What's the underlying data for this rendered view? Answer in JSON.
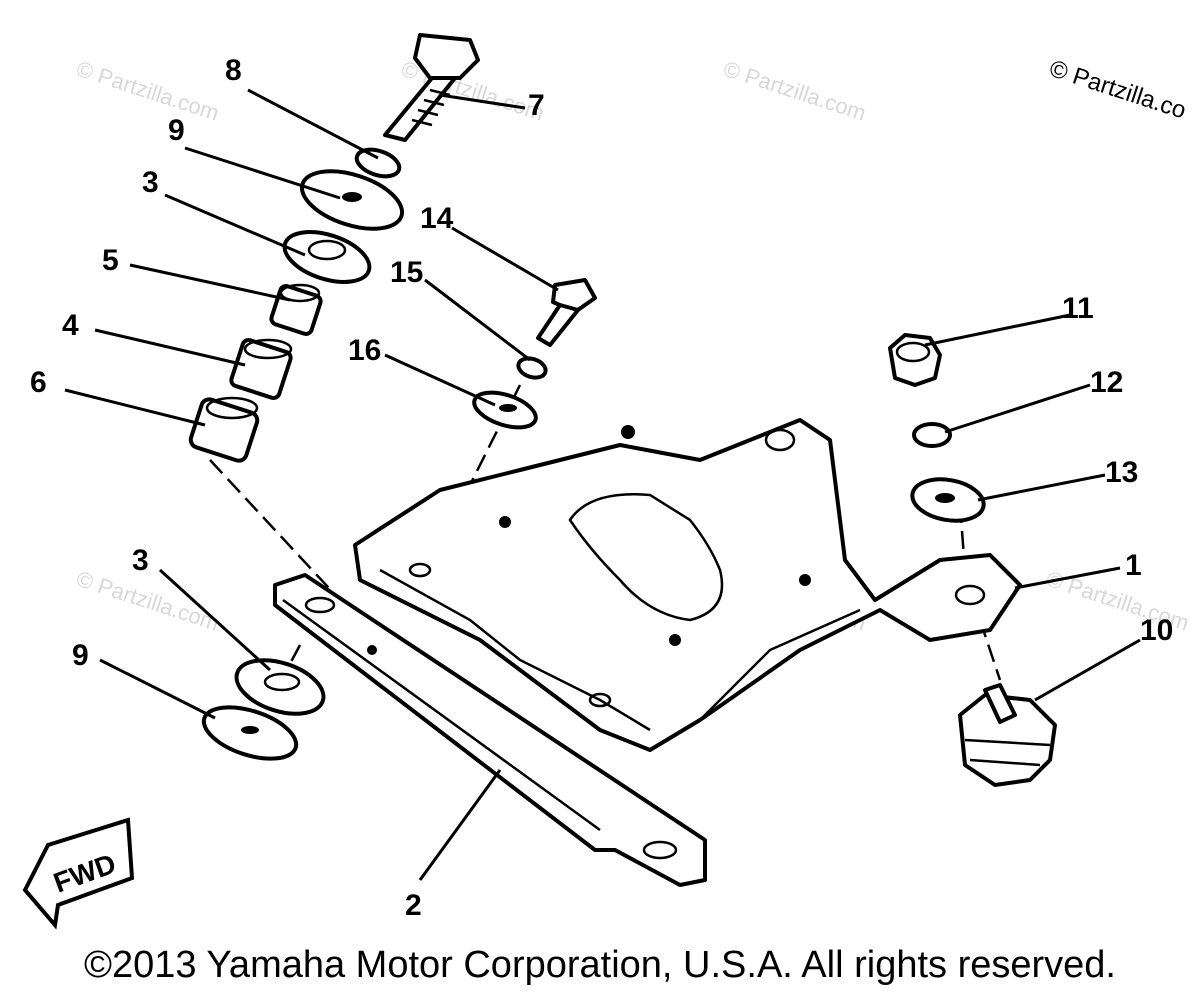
{
  "watermark": {
    "corner": "© Partzilla.co",
    "faint": "© Partzilla.com"
  },
  "part_labels": {
    "p1": "1",
    "p2": "2",
    "p3a": "3",
    "p3b": "3",
    "p4": "4",
    "p5": "5",
    "p6": "6",
    "p7": "7",
    "p8": "8",
    "p9a": "9",
    "p9b": "9",
    "p10": "10",
    "p11": "11",
    "p12": "12",
    "p13": "13",
    "p14": "14",
    "p15": "15",
    "p16": "16"
  },
  "fwd_label": "FWD",
  "copyright": "©2013 Yamaha Motor Corporation, U.S.A. All rights reserved."
}
